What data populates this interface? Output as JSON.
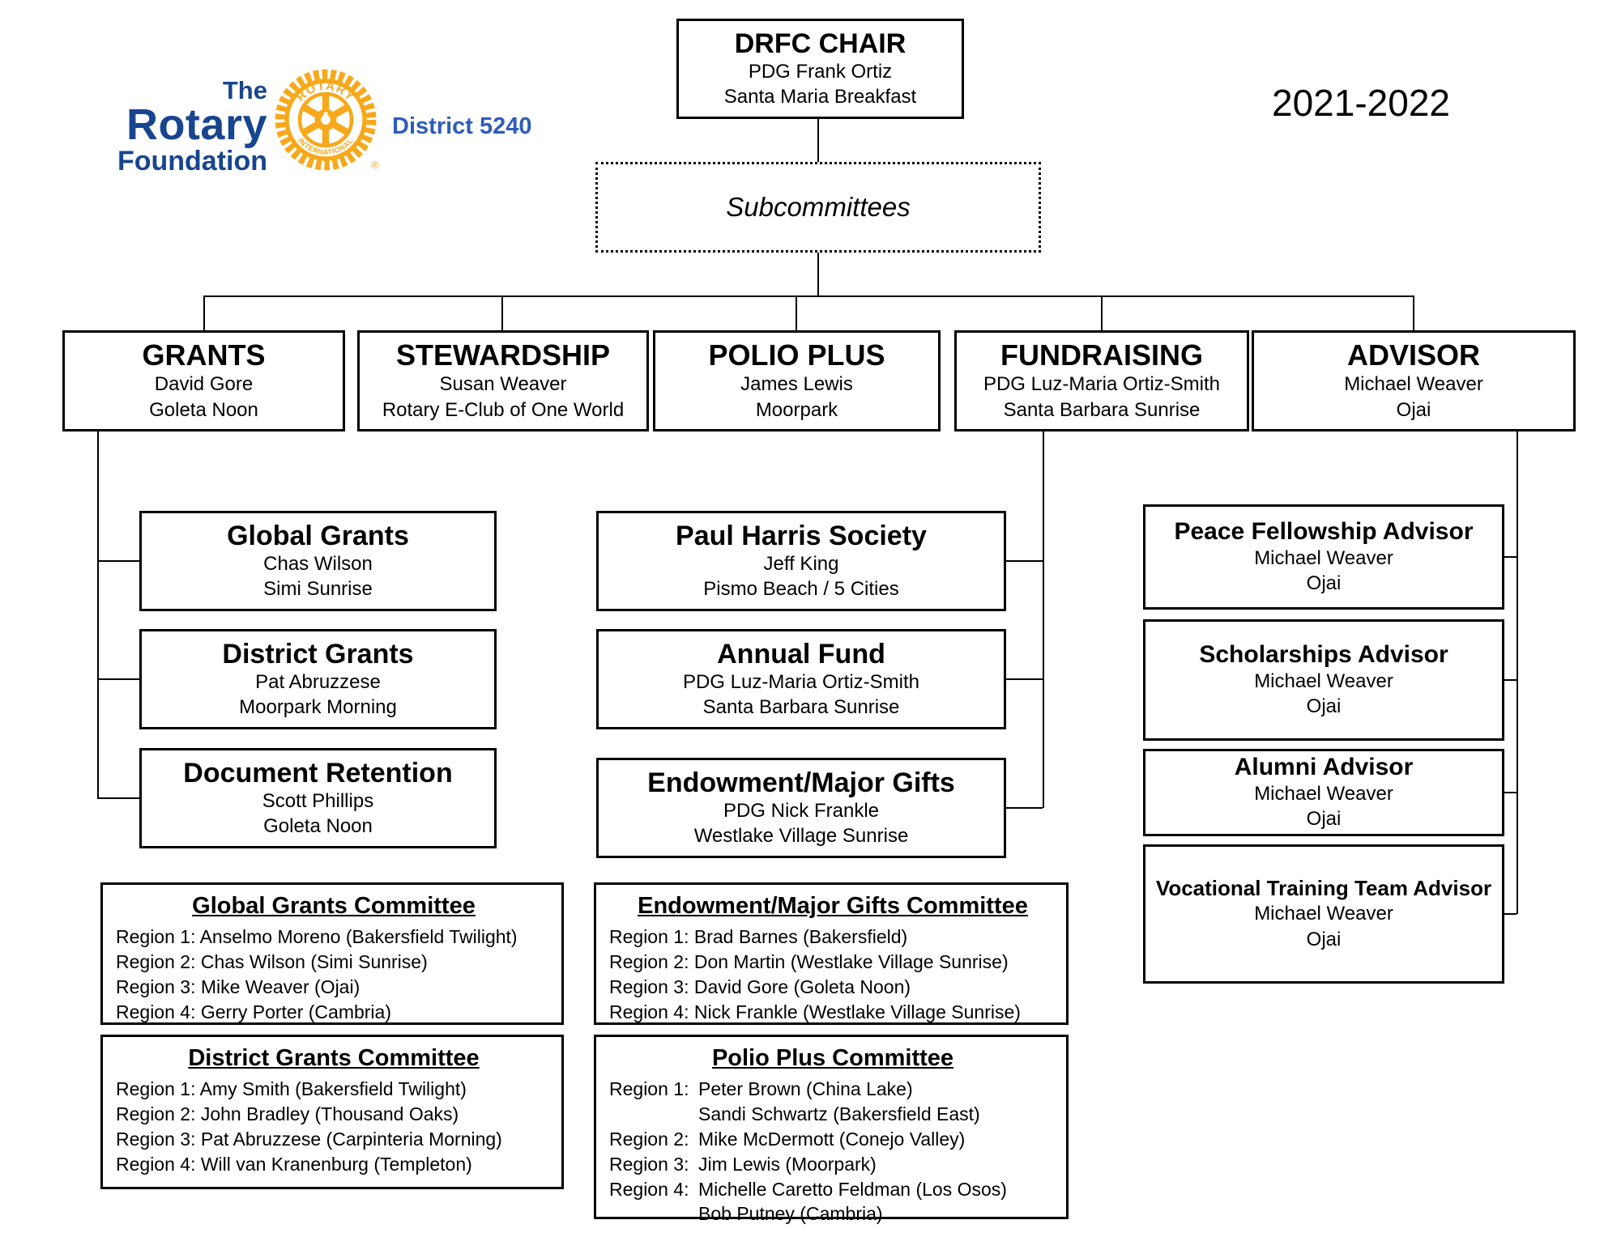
{
  "header": {
    "logo": {
      "line1": "The",
      "line2": "Rotary",
      "line3": "Foundation",
      "district": "District 5240",
      "wheel_top": "ROTARY",
      "wheel_bottom": "INTERNATIONAL",
      "registered": "®"
    },
    "year": "2021-2022"
  },
  "chair": {
    "title": "DRFC CHAIR",
    "name": "PDG Frank Ortiz",
    "club": "Santa Maria Breakfast"
  },
  "subcommittees_label": "Subcommittees",
  "top_committees": [
    {
      "title": "GRANTS",
      "name": "David Gore",
      "club": "Goleta Noon"
    },
    {
      "title": "STEWARDSHIP",
      "name": "Susan Weaver",
      "club": "Rotary E-Club of One World"
    },
    {
      "title": "POLIO PLUS",
      "name": "James Lewis",
      "club": "Moorpark"
    },
    {
      "title": "FUNDRAISING",
      "name": "PDG Luz-Maria Ortiz-Smith",
      "club": "Santa Barbara Sunrise"
    },
    {
      "title": "ADVISOR",
      "name": "Michael Weaver",
      "club": "Ojai"
    }
  ],
  "grants_subs": [
    {
      "title": "Global Grants",
      "name": "Chas Wilson",
      "club": "Simi Sunrise"
    },
    {
      "title": "District Grants",
      "name": "Pat Abruzzese",
      "club": "Moorpark Morning"
    },
    {
      "title": "Document Retention",
      "name": "Scott Phillips",
      "club": "Goleta Noon"
    }
  ],
  "fundraising_subs": [
    {
      "title": "Paul Harris Society",
      "name": "Jeff King",
      "club": "Pismo Beach / 5 Cities"
    },
    {
      "title": "Annual Fund",
      "name": "PDG Luz-Maria Ortiz-Smith",
      "club": "Santa Barbara Sunrise"
    },
    {
      "title": "Endowment/Major Gifts",
      "name": "PDG Nick Frankle",
      "club": "Westlake Village Sunrise"
    }
  ],
  "advisor_subs": [
    {
      "title": "Peace Fellowship Advisor",
      "name": "Michael Weaver",
      "club": "Ojai"
    },
    {
      "title": "Scholarships Advisor",
      "name": "Michael Weaver",
      "club": "Ojai"
    },
    {
      "title": "Alumni Advisor",
      "name": "Michael Weaver",
      "club": "Ojai"
    },
    {
      "title": "Vocational Training Team Advisor",
      "name": "Michael Weaver",
      "club": "Ojai"
    }
  ],
  "committee_lists": {
    "global": {
      "title": "Global Grants Committee",
      "lines": [
        "Region 1: Anselmo Moreno (Bakersfield Twilight)",
        "Region 2: Chas Wilson (Simi Sunrise)",
        "Region 3: Mike Weaver (Ojai)",
        "Region 4: Gerry Porter (Cambria)"
      ]
    },
    "district": {
      "title": "District Grants Committee",
      "lines": [
        "Region 1: Amy Smith (Bakersfield Twilight)",
        "Region 2: John Bradley (Thousand Oaks)",
        "Region 3: Pat Abruzzese (Carpinteria Morning)",
        "Region 4: Will van Kranenburg (Templeton)"
      ]
    },
    "endowment": {
      "title": "Endowment/Major Gifts Committee",
      "lines": [
        "Region 1: Brad Barnes (Bakersfield)",
        "Region 2: Don Martin (Westlake Village Sunrise)",
        "Region 3: David Gore (Goleta Noon)",
        "Region 4: Nick Frankle (Westlake Village Sunrise)"
      ]
    },
    "polio": {
      "title": "Polio Plus Committee",
      "rows": [
        {
          "label": "Region 1:",
          "name": "Peter Brown (China Lake)"
        },
        {
          "label": "",
          "name": "Sandi Schwartz (Bakersfield East)"
        },
        {
          "label": "Region 2:",
          "name": "Mike McDermott (Conejo Valley)"
        },
        {
          "label": "Region 3:",
          "name": "Jim Lewis (Moorpark)"
        },
        {
          "label": "Region 4:",
          "name": "Michelle Caretto Feldman (Los Osos)"
        },
        {
          "label": "",
          "name": "Bob Putney (Cambria)"
        }
      ]
    }
  },
  "colors": {
    "rotary_blue": "#17458f",
    "district_blue": "#2d5dba",
    "rotary_gold": "#f7a81b",
    "line_black": "#000000"
  }
}
